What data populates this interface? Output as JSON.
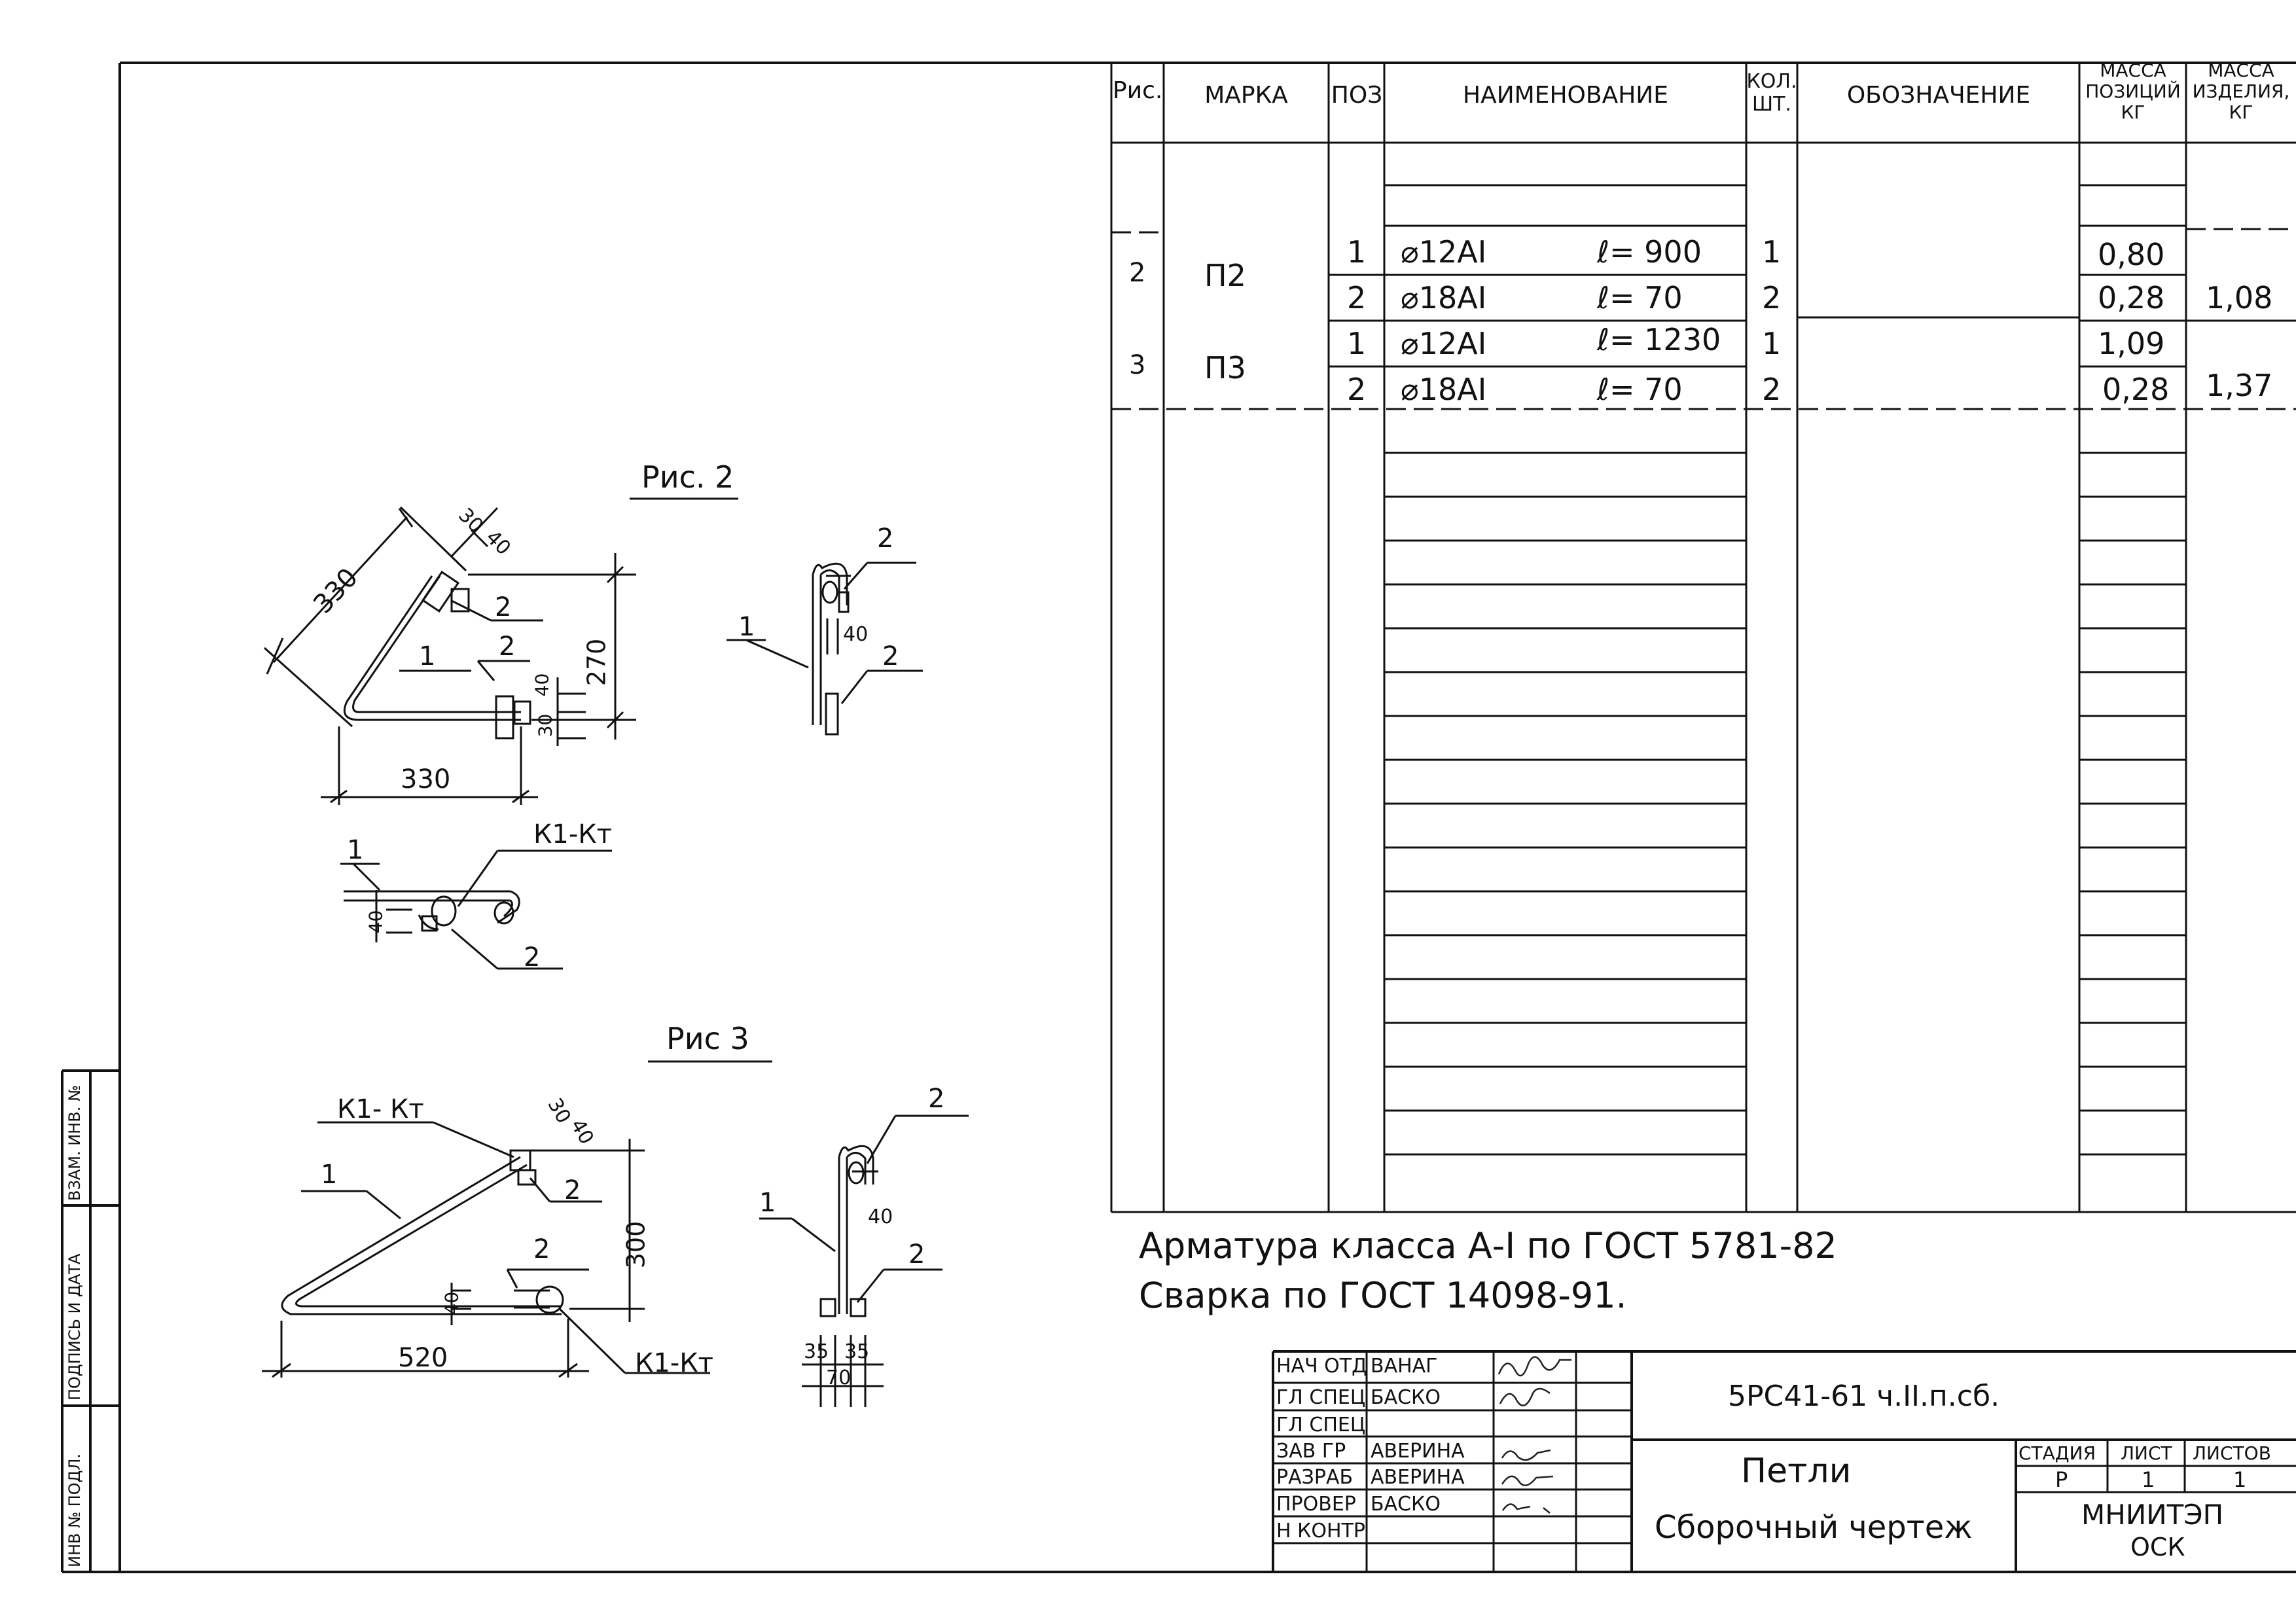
{
  "spec_table": {
    "headers": {
      "ris": "Рис.",
      "marka": "МАРКА",
      "poz": "ПОЗ",
      "naimenovanie": "НАИМЕНОВАНИЕ",
      "kol": "КОЛ.\nШТ.",
      "oboznachenie": "ОБОЗНАЧЕНИЕ",
      "massa_poz": "МАССА\nПОЗИЦИЙ\nКГ",
      "massa_izd": "МАССА\nИЗДЕЛИЯ,\nКГ"
    },
    "groups": [
      {
        "ris": "2",
        "marka": "П2",
        "rows": [
          {
            "poz": "1",
            "diameter": "⌀12АI",
            "length": "ℓ= 900",
            "kol": "1",
            "massa": "0,80"
          },
          {
            "poz": "2",
            "diameter": "⌀18АI",
            "length": "ℓ= 70",
            "kol": "2",
            "massa": "0,28"
          }
        ],
        "massa_izd": "1,08"
      },
      {
        "ris": "3",
        "marka": "П3",
        "rows": [
          {
            "poz": "1",
            "diameter": "⌀12АI",
            "length": "ℓ= 1230",
            "kol": "1",
            "massa": "1,09"
          },
          {
            "poz": "2",
            "diameter": "⌀18АI",
            "length": "ℓ= 70",
            "kol": "2",
            "massa": "0,28"
          }
        ],
        "massa_izd": "1,37"
      }
    ]
  },
  "notes": {
    "line1": "Арматура класса А-I по ГОСТ 5781-82",
    "line2": "Сварка по ГОСТ 14098-91."
  },
  "fig2": {
    "title": "Рис. 2",
    "dims": {
      "diag": "330",
      "base": "330",
      "height": "270",
      "d30": "30",
      "d40": "40",
      "d40b": "40",
      "d30b": "30",
      "side40": "40",
      "bot40": "40"
    },
    "labels": {
      "p1": "1",
      "p2a": "2",
      "p2b": "2",
      "p2c": "2",
      "p2d": "2",
      "p1b": "1",
      "p2e": "2",
      "p1c": "1",
      "weld": "К1-Кт"
    }
  },
  "fig3": {
    "title": "Рис 3",
    "dims": {
      "base": "520",
      "height": "300",
      "d30": "30",
      "d40": "40",
      "d40b": "40",
      "side40": "40",
      "w35a": "35",
      "w35b": "35",
      "w70": "70"
    },
    "labels": {
      "weld1": "К1- Кт",
      "weld2": "К1-Кт",
      "p1": "1",
      "p2a": "2",
      "p2b": "2",
      "p1b": "1",
      "p2c": "2",
      "p2d": "2"
    }
  },
  "side_strip": {
    "inv_podl": "ИНВ № ПОДЛ.",
    "podpis": "ПОДПИСЬ И ДАТА",
    "vzam": "ВЗАМ. ИНВ. №"
  },
  "title_block": {
    "doc_code": "5РС41-61 ч.II.п.сб.",
    "name1": "Петли",
    "name2": "Сборочный чертеж",
    "org1": "МНИИТЭП",
    "org2": "ОСК",
    "col_stage": "СТАДИЯ",
    "col_sheet": "ЛИСТ",
    "col_sheets": "ЛИСТОВ",
    "stage": "Р",
    "sheet": "1",
    "sheets": "1",
    "roles": [
      {
        "role": "НАЧ ОТД",
        "name": "ВАНАГ"
      },
      {
        "role": "ГЛ СПЕЦ",
        "name": "БАСКО"
      },
      {
        "role": "ГЛ СПЕЦ",
        "name": ""
      },
      {
        "role": "ЗАВ ГР",
        "name": "АВЕРИНА"
      },
      {
        "role": "РАЗРАБ",
        "name": "АВЕРИНА"
      },
      {
        "role": "ПРОВЕР",
        "name": "БАСКО"
      },
      {
        "role": "Н КОНТР",
        "name": ""
      }
    ]
  }
}
